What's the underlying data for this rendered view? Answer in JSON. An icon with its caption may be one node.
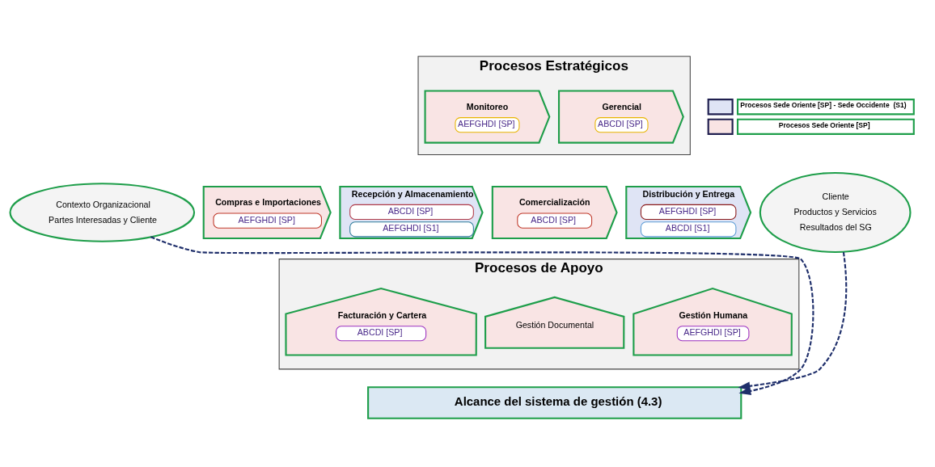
{
  "diagram": {
    "nodes": [
      {
        "text": [
          "Procesos Estratégicos"
        ]
      },
      {
        "text": [
          "Gerencial",
          "ABCDI [SP]"
        ],
        "in": 0
      },
      {
        "text": [
          "Monitoreo",
          "AEFGHDI [SP]"
        ],
        "in": 0
      },
      {
        "text": [
          "Contexto Organizacional",
          "Partes Interesadas y Cliente"
        ]
      },
      {
        "text": [
          "Compras e Importaciones",
          "AEFGHDI [SP]"
        ]
      },
      {
        "text": [
          "Recepción y Almacenamiento",
          "ABCDI [SP]",
          "AEFGHDI [S1]"
        ]
      },
      {
        "text": [
          "Comercialización",
          "ABCDI [SP]"
        ]
      },
      {
        "text": [
          "Distribución y Entrega",
          "AEFGHDI [SP]",
          "ABCDI [S1]"
        ]
      },
      {
        "text": [
          "Cliente",
          "Productos y Servicios",
          "Resultados del SG"
        ]
      },
      {
        "text": [
          "Procesos de Apoyo"
        ]
      },
      {
        "text": [
          "Gestión Humana",
          "AEFGHDI [SP]"
        ],
        "in": 9
      },
      {
        "text": [
          "Gestión Documental"
        ],
        "in": 9
      },
      {
        "text": [
          "Facturación y Cartera",
          "ABCDI [SP]"
        ],
        "in": 9
      },
      {
        "text": [
          "Alcance del sistema de gestión (4.3)"
        ]
      }
    ],
    "edges": [
      {
        "from": 3,
        "to": 13,
        "arrow": "to",
        "style": "dashed"
      },
      {
        "from": 8,
        "to": 13,
        "arrow": "to",
        "style": "dashed"
      }
    ],
    "legend": [
      {
        "text": "Procesos Sede Oriente [SP] - Sede Occidente  (S1)",
        "color": "#dfe4f5"
      },
      {
        "text": "Procesos Sede Oriente [SP]",
        "color": "#f9e4e4"
      }
    ]
  }
}
